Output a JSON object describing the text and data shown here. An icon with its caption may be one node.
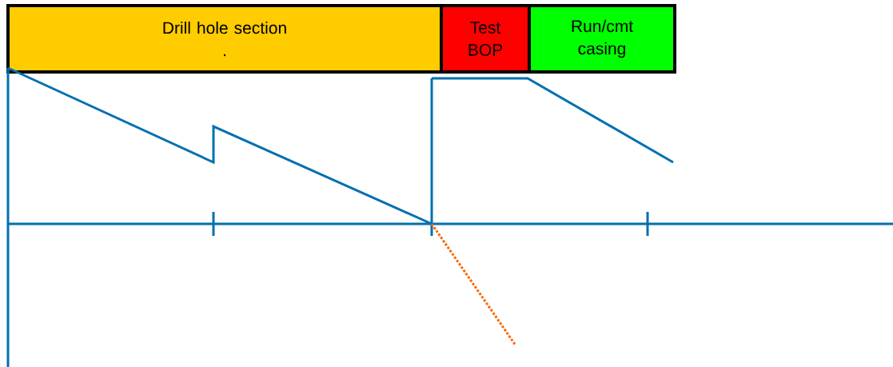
{
  "diagram": {
    "nodes": [
      {
        "text": [
          "Drill hole section",
          "."
        ]
      },
      {
        "text": [
          "Test BOP"
        ]
      },
      {
        "text": [
          "Run/cmt casing"
        ]
      }
    ]
  }
}
